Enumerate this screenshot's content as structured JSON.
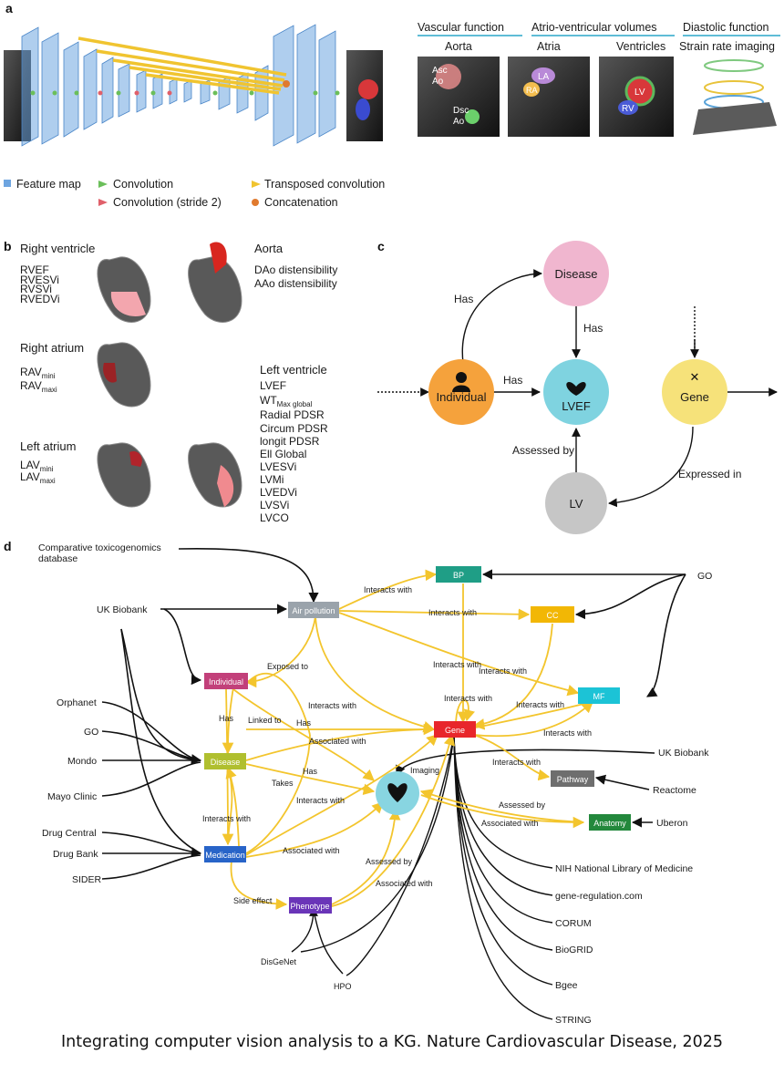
{
  "panels": {
    "a": "a",
    "b": "b",
    "c": "c",
    "d": "d"
  },
  "legend_a": {
    "feature_map": "Feature map",
    "convolution": "Convolution",
    "transposed": "Transposed convolution",
    "conv_stride": "Convolution (stride 2)",
    "concat": "Concatenation"
  },
  "imaging": {
    "headers": {
      "vascular": "Vascular function",
      "atrio": "Atrio-ventricular volumes",
      "diastolic": "Diastolic function"
    },
    "sub": {
      "aorta": "Aorta",
      "atria": "Atria",
      "ventricles": "Ventricles",
      "strain": "Strain rate imaging"
    },
    "labels": {
      "asc": "Asc",
      "ao1": "Ao",
      "dsc": "Dsc",
      "ao2": "Ao",
      "la": "LA",
      "ra": "RA",
      "lv": "LV",
      "rv": "RV"
    }
  },
  "panel_b": {
    "right_ventricle": {
      "title": "Right ventricle",
      "items": [
        "RVEF",
        "RVESVi",
        "RVSVi",
        "RVEDVi"
      ]
    },
    "aorta": {
      "title": "Aorta",
      "items": [
        "DAo distensibility",
        "AAo distensibility"
      ]
    },
    "right_atrium": {
      "title": "Right atrium",
      "rav": "RAV",
      "mini": "mini",
      "maxi": "maxi"
    },
    "left_atrium": {
      "title": "Left atrium",
      "lav": "LAV",
      "mini": "mini",
      "maxi": "maxi"
    },
    "left_ventricle": {
      "title": "Left ventricle",
      "lvef": "LVEF",
      "wt": "WT",
      "wt_sub": "Max global",
      "items": [
        "Radial PDSR",
        "Circum PDSR",
        "longit PDSR",
        "Ell Global",
        "LVESVi",
        "LVMi",
        "LVEDVi",
        "LVSVi",
        "LVCO"
      ]
    }
  },
  "panel_c": {
    "nodes": {
      "disease": "Disease",
      "individual": "Individual",
      "lvef": "LVEF",
      "gene": "Gene",
      "lv": "LV"
    },
    "edges": {
      "has1": "Has",
      "has2": "Has",
      "has3": "Has",
      "assessed": "Assessed by",
      "expressed": "Expressed in"
    },
    "colors": {
      "disease": "#f0b6cf",
      "individual": "#f5a23c",
      "lvef": "#7fd3e0",
      "gene": "#f6e27a",
      "lv": "#c6c6c6"
    }
  },
  "panel_d": {
    "nodes": {
      "bp": "BP",
      "air": "Air pollution",
      "cc": "CC",
      "individual": "Individual",
      "mf": "MF",
      "gene": "Gene",
      "disease": "Disease",
      "pathway": "Pathway",
      "anatomy": "Anatomy",
      "medication": "Medication",
      "phenotype": "Phenotype"
    },
    "sources": {
      "ctd": "Comparative toxicogenomics",
      "ctd2": "database",
      "ukb": "UK Biobank",
      "go": "GO",
      "orphanet": "Orphanet",
      "go2": "GO",
      "mondo": "Mondo",
      "mayo": "Mayo Clinic",
      "drugcentral": "Drug Central",
      "drugbank": "Drug Bank",
      "sider": "SIDER",
      "ukb2": "UK Biobank",
      "reactome": "Reactome",
      "uberon": "Uberon",
      "nih": "NIH National Library of Medicine",
      "generegulation": "gene-regulation.com",
      "corum": "CORUM",
      "biogrid": "BioGRID",
      "bgee": "Bgee",
      "string": "STRING",
      "disgenet": "DisGeNet",
      "hpo": "HPO"
    },
    "edges": {
      "i1": "Interacts with",
      "i2": "Interacts with",
      "i3": "Interacts with",
      "i4": "Interacts with",
      "i5": "Interacts with",
      "i6": "Interacts with",
      "i7": "Interacts with",
      "i8": "Interacts with",
      "i9": "Interacts with",
      "i10": "Interacts with",
      "exposed": "Exposed to",
      "linked": "Linked to",
      "has1": "Has",
      "has2": "Has",
      "has3": "Has",
      "aw1": "Associated with",
      "aw2": "Associated with",
      "aw3": "Associated with",
      "aw4": "Associated with",
      "takes": "Takes",
      "imaging": "Imaging",
      "assessed1": "Assessed by",
      "assessed2": "Assessed by",
      "side": "Side effect"
    },
    "colors": {
      "bp": "#1f9e86",
      "air": "#9aa3ab",
      "cc": "#f2b705",
      "individual": "#c2407a",
      "mf": "#1cc3d6",
      "gene": "#e8262b",
      "disease": "#b0bf2f",
      "pathway": "#6e6e6e",
      "anatomy": "#23883c",
      "medication": "#2864c8",
      "phenotype": "#6a35b8",
      "edge": "#f3c52d",
      "heart": "#88d5e1"
    }
  },
  "caption": "Integrating computer vision analysis to a KG. Nature Cardiovascular Disease, 2025"
}
